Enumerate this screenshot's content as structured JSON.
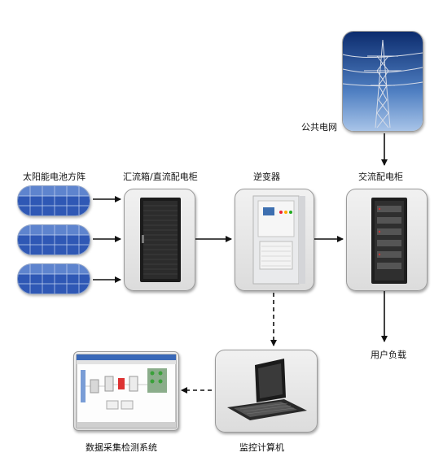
{
  "labels": {
    "solar_array": "太阳能电池方阵",
    "combiner": "汇流箱/直流配电柜",
    "inverter": "逆变器",
    "ac_cabinet": "交流配电柜",
    "grid": "公共电网",
    "user_load": "用户负载",
    "monitor_pc": "监控计算机",
    "data_system": "数据采集检测系统"
  }
}
